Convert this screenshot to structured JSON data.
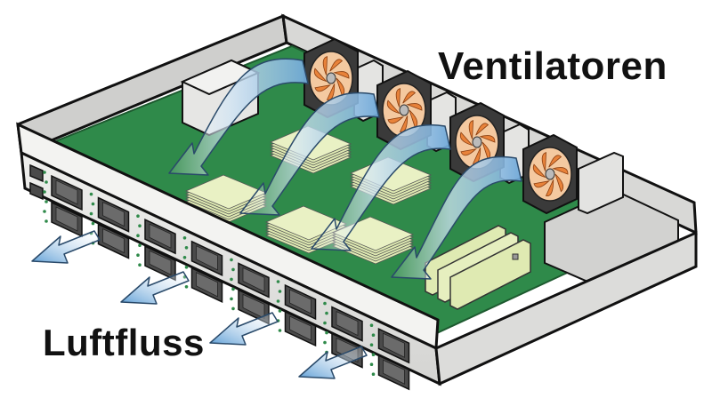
{
  "labels": {
    "fans": "Ventilatoren",
    "airflow": "Luftfluss"
  },
  "counts": {
    "fans": 4,
    "front_port_columns": 8,
    "front_port_rows": 2,
    "airflow_arrows_inside": 4,
    "exhaust_arrows": 4
  },
  "colors": {
    "chassis": "#e6e6e4",
    "chassis_shade": "#c9c9c7",
    "board": "#2f8a4a",
    "fan_blade": "#e8823a",
    "fan_frame": "#2a2a2a",
    "heatsink": "#dfeab2",
    "arrow": "#9dc8ea",
    "port": "#4a4a4a",
    "outline": "#111111"
  },
  "icons": [
    "fan-icon",
    "port-icon",
    "airflow-arrow-icon",
    "heatsink-icon",
    "memory-module-icon"
  ]
}
